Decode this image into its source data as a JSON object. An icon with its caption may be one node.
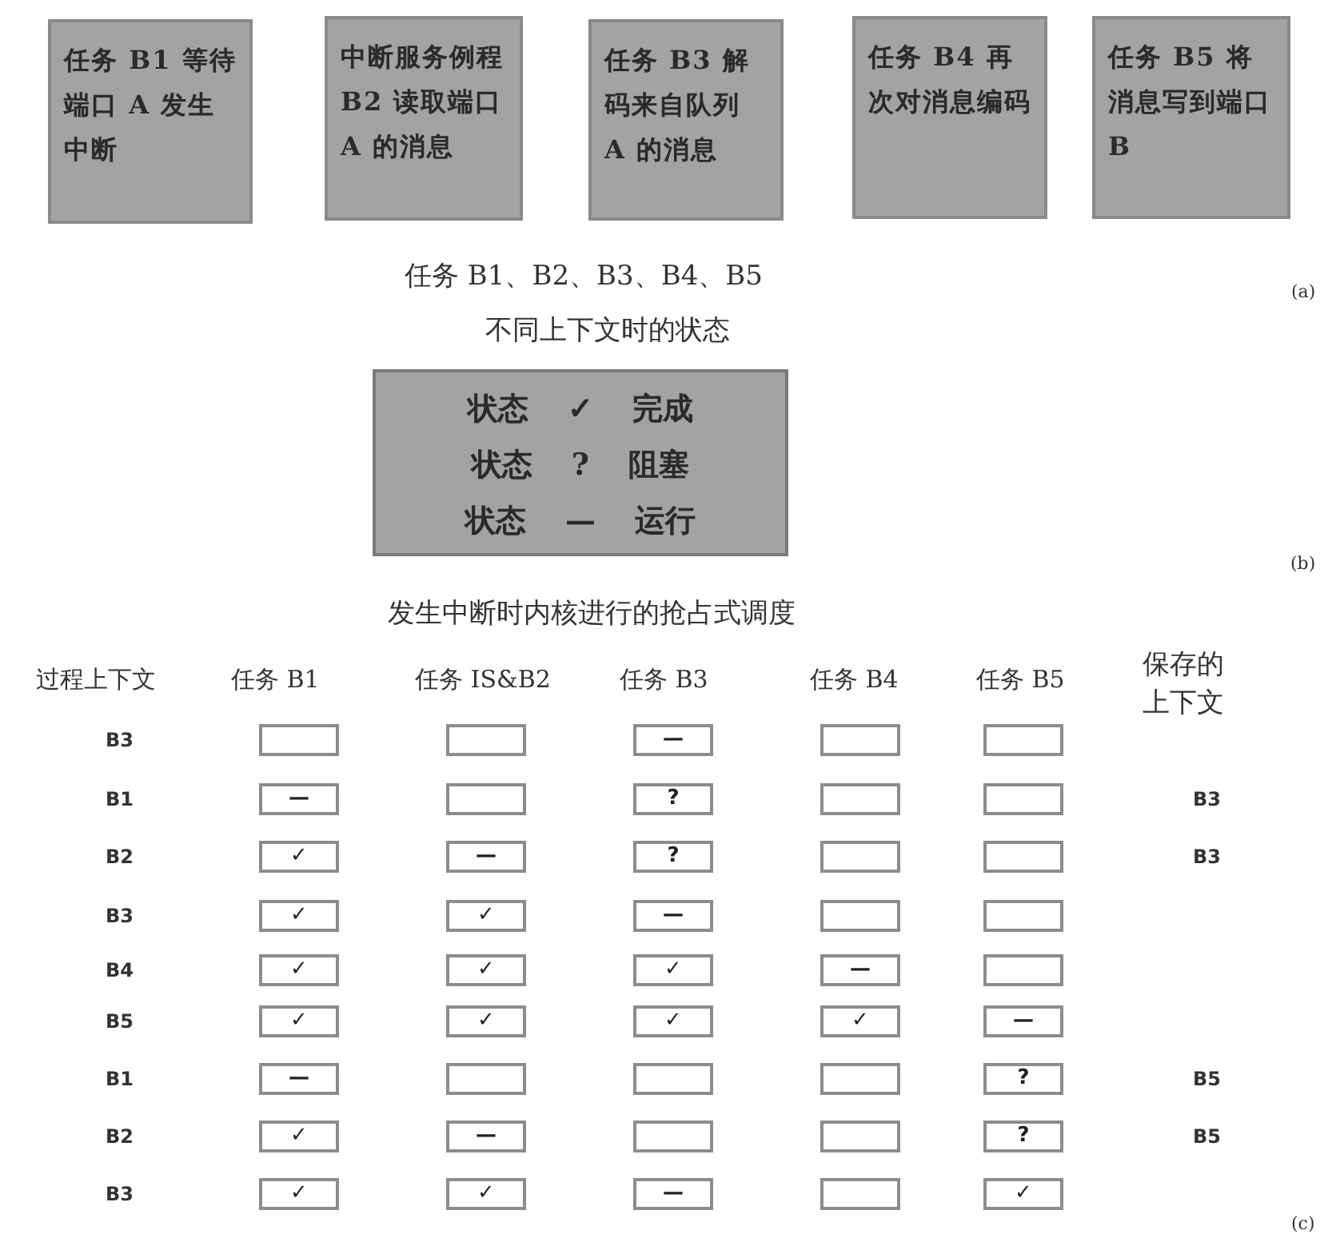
{
  "diagram": {
    "nodes": [
      {
        "text": [
          "任务 B1 等待端口 A 发生中断"
        ]
      },
      {
        "text": [
          "中断服务例程 B2 读取端口 A 的消息"
        ]
      },
      {
        "text": [
          "任务 B3 解码来自队列 A 的消息"
        ]
      },
      {
        "text": [
          "任务 B4 再次对消息编码"
        ]
      },
      {
        "text": [
          "任务 B5 将消息写到端口 B"
        ]
      },
      {
        "text": [
          "状态 ✓ 完成",
          "状态 ? 阻塞",
          "状态 — 运行"
        ]
      },
      {
        "text": [],
        "shape": "box"
      },
      {
        "text": [],
        "shape": "box"
      },
      {
        "text": [
          "—"
        ]
      },
      {
        "text": [],
        "shape": "box"
      },
      {
        "text": [],
        "shape": "box"
      },
      {
        "text": [
          "—"
        ]
      },
      {
        "text": [],
        "shape": "box"
      },
      {
        "text": [
          "?"
        ]
      },
      {
        "text": [],
        "shape": "box"
      },
      {
        "text": [],
        "shape": "box"
      },
      {
        "text": [
          "✓"
        ]
      },
      {
        "text": [
          "—"
        ]
      },
      {
        "text": [
          "?"
        ]
      },
      {
        "text": [],
        "shape": "box"
      },
      {
        "text": [],
        "shape": "box"
      },
      {
        "text": [
          "✓"
        ]
      },
      {
        "text": [
          "✓"
        ]
      },
      {
        "text": [
          "—"
        ]
      },
      {
        "text": [],
        "shape": "box"
      },
      {
        "text": [],
        "shape": "box"
      },
      {
        "text": [
          "✓"
        ]
      },
      {
        "text": [
          "✓"
        ]
      },
      {
        "text": [
          "✓"
        ]
      },
      {
        "text": [
          "—"
        ]
      },
      {
        "text": [],
        "shape": "box"
      },
      {
        "text": [
          "✓"
        ]
      },
      {
        "text": [
          "✓"
        ]
      },
      {
        "text": [
          "✓"
        ]
      },
      {
        "text": [
          "✓"
        ]
      },
      {
        "text": [
          "—"
        ]
      },
      {
        "text": [
          "—"
        ]
      },
      {
        "text": [],
        "shape": "box"
      },
      {
        "text": [],
        "shape": "box"
      },
      {
        "text": [],
        "shape": "box"
      },
      {
        "text": [
          "?"
        ]
      },
      {
        "text": [
          "✓"
        ]
      },
      {
        "text": [
          "—"
        ]
      },
      {
        "text": [],
        "shape": "box"
      },
      {
        "text": [],
        "shape": "box"
      },
      {
        "text": [
          "?"
        ]
      },
      {
        "text": [
          "✓"
        ]
      },
      {
        "text": [
          "✓"
        ]
      },
      {
        "text": [
          "—"
        ]
      },
      {
        "text": [],
        "shape": "box"
      },
      {
        "text": [
          "✓"
        ]
      }
    ],
    "labels": [
      "任务 B1、B2、B3、B4、B5",
      "(a)",
      "不同上下文时的状态",
      "(b)",
      "发生中断时内核进行的抢占式调度",
      "过程上下文",
      "任务 B1",
      "任务 IS&B2",
      "任务 B3",
      "任务 B4",
      "任务 B5",
      "保存的上下文",
      "B3",
      "B1",
      "B3",
      "B2",
      "B3",
      "B3",
      "B4",
      "B5",
      "B1",
      "B5",
      "B2",
      "B5",
      "B3",
      "(c)"
    ]
  }
}
